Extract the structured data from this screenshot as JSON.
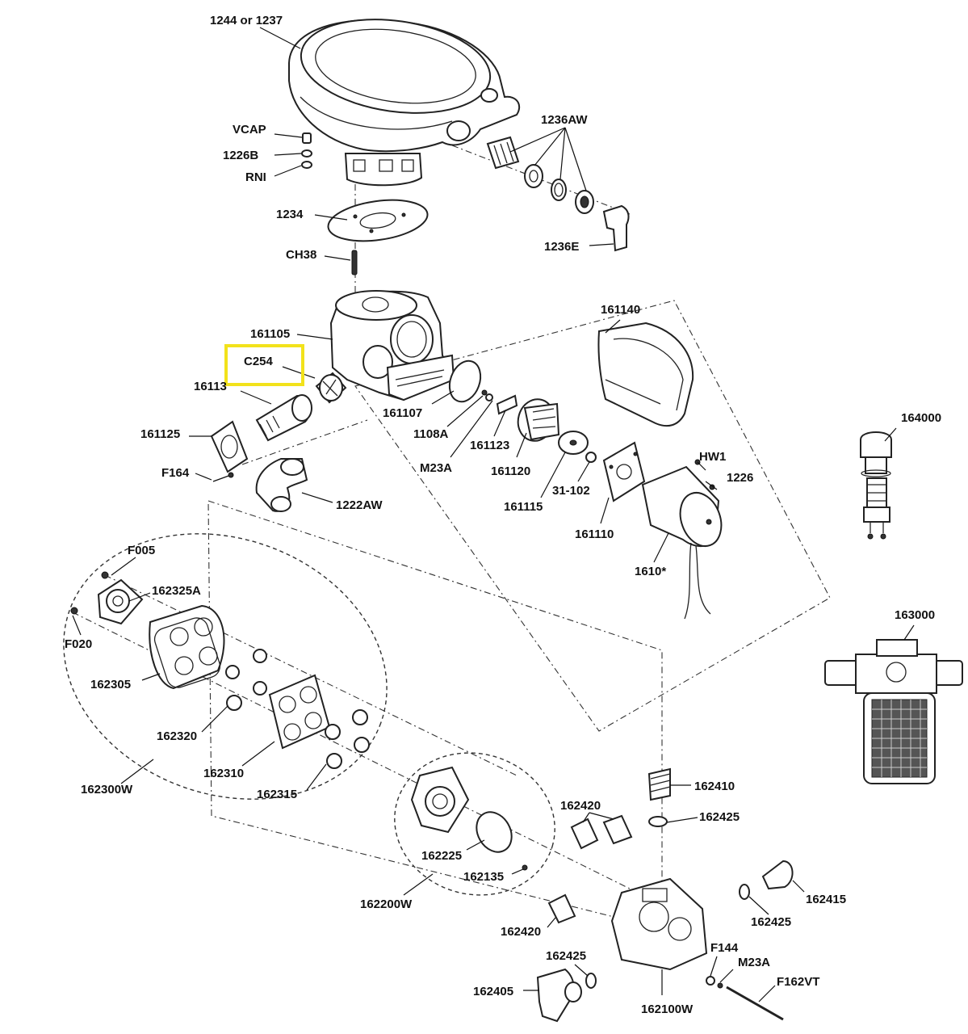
{
  "labels": {
    "l1244": "1244 or 1237",
    "lVCAP": "VCAP",
    "l1226B": "1226B",
    "lRNI": "RNI",
    "l1236AW": "1236AW",
    "l1234": "1234",
    "l1236E": "1236E",
    "lCH38": "CH38",
    "l161105": "161105",
    "lC254": "C254",
    "l16113x": "16113",
    "l161125": "161125",
    "lF164": "F164",
    "l1222AW": "1222AW",
    "l161107": "161107",
    "l1108A": "1108A",
    "l161123": "161123",
    "lM23A_top": "M23A",
    "l161120": "161120",
    "l31102": "31-102",
    "l161115": "161115",
    "l161110": "161110",
    "l161140": "161140",
    "lHW1": "HW1",
    "l1226": "1226",
    "l1610": "1610*",
    "l164000": "164000",
    "l163000": "163000",
    "lF005": "F005",
    "l162325A": "162325A",
    "lF020": "F020",
    "l162305": "162305",
    "l162320": "162320",
    "l162310": "162310",
    "l162315": "162315",
    "l162300W": "162300W",
    "l162410": "162410",
    "l162425a": "162425",
    "l162420a": "162420",
    "l162225": "162225",
    "l162135": "162135",
    "l162200W": "162200W",
    "l162415": "162415",
    "l162425b": "162425",
    "l162420b": "162420",
    "l162425c": "162425",
    "lF144": "F144",
    "lM23A_bot": "M23A",
    "lF162VT": "F162VT",
    "l162405": "162405",
    "l162100W": "162100W"
  },
  "highlight": {
    "part": "C254",
    "color": "#f2e21b"
  }
}
